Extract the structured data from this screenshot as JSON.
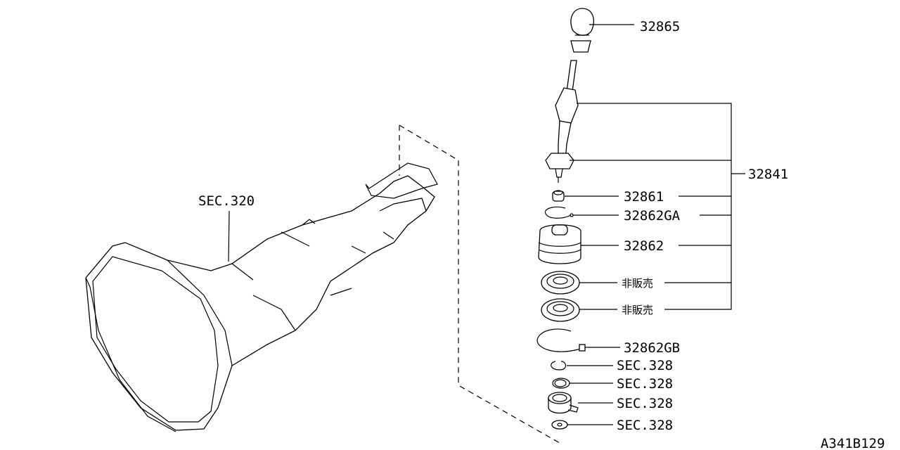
{
  "diagram": {
    "id_code": "A341B129",
    "transmission_label": "SEC.320",
    "parts": [
      {
        "number": "32865",
        "name": "shift-knob"
      },
      {
        "number": "32841",
        "name": "shift-lever-assembly"
      },
      {
        "number": "32861",
        "name": "bushing"
      },
      {
        "number": "32862GA",
        "name": "boot-band"
      },
      {
        "number": "32862",
        "name": "boot"
      },
      {
        "number": "非販売",
        "name": "seal-upper"
      },
      {
        "number": "非販売",
        "name": "seal-lower"
      },
      {
        "number": "32862GB",
        "name": "boot-band-lower"
      },
      {
        "number": "SEC.328",
        "name": "snap-ring"
      },
      {
        "number": "SEC.328",
        "name": "ring"
      },
      {
        "number": "SEC.328",
        "name": "housing"
      },
      {
        "number": "SEC.328",
        "name": "washer"
      }
    ]
  }
}
